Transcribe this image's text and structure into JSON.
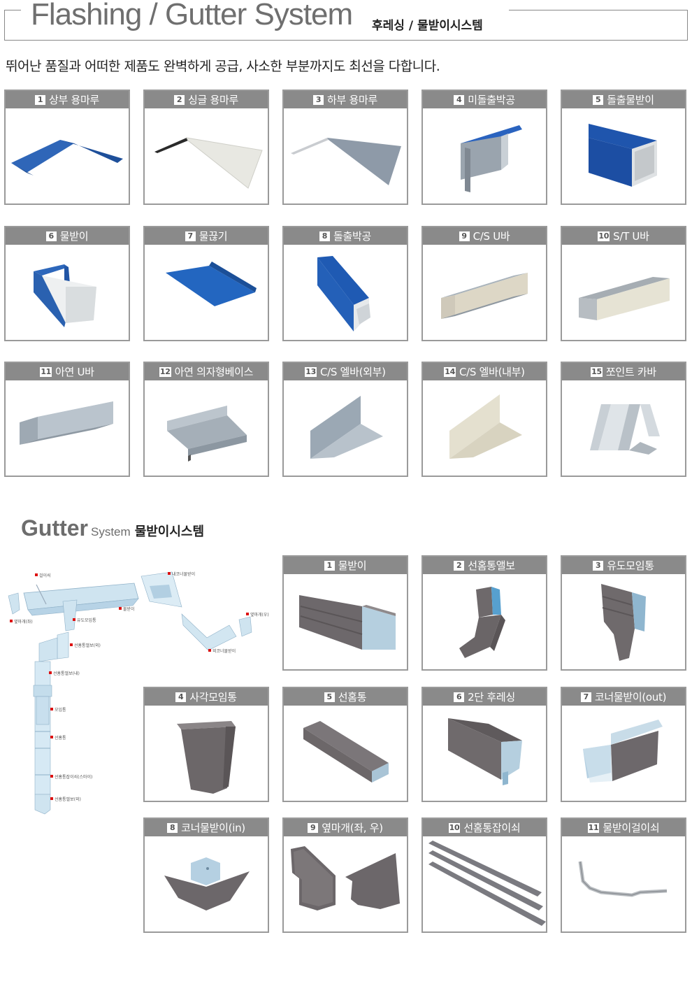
{
  "header": {
    "title": "Flashing / Gutter System",
    "subtitle": "후레싱 / 물받이시스템",
    "tagline": "뛰어난 품질과 어떠한 제품도 완벽하게 공급, 사소한 부분까지도 최선을 다합니다."
  },
  "flashing": [
    {
      "num": "1",
      "label": "상부 용마루"
    },
    {
      "num": "2",
      "label": "싱글 용마루"
    },
    {
      "num": "3",
      "label": "하부 용마루"
    },
    {
      "num": "4",
      "label": "미돌출박공"
    },
    {
      "num": "5",
      "label": "돌출물받이"
    },
    {
      "num": "6",
      "label": "물받이"
    },
    {
      "num": "7",
      "label": "물끊기"
    },
    {
      "num": "8",
      "label": "돌출박공"
    },
    {
      "num": "9",
      "label": "C/S U바"
    },
    {
      "num": "10",
      "label": "S/T U바"
    },
    {
      "num": "11",
      "label": "아연 U바"
    },
    {
      "num": "12",
      "label": "아연 의자형베이스"
    },
    {
      "num": "13",
      "label": "C/S 엘바(외부)"
    },
    {
      "num": "14",
      "label": "C/S 엘바(내부)"
    },
    {
      "num": "15",
      "label": "쪼인트 카바"
    }
  ],
  "gutter_section": {
    "title_big": "Gutter",
    "title_small": "System",
    "title_kor": "물받이시스템"
  },
  "gutter": [
    {
      "num": "1",
      "label": "물받이"
    },
    {
      "num": "2",
      "label": "선홈통앨보"
    },
    {
      "num": "3",
      "label": "유도모임통"
    },
    {
      "num": "4",
      "label": "사각모임통"
    },
    {
      "num": "5",
      "label": "선홈통"
    },
    {
      "num": "6",
      "label": "2단 후레싱"
    },
    {
      "num": "7",
      "label": "코너물받이(out)"
    },
    {
      "num": "8",
      "label": "코너물받이(in)"
    },
    {
      "num": "9",
      "label": "옆마개(좌, 우)"
    },
    {
      "num": "10",
      "label": "선홈통잡이쇠"
    },
    {
      "num": "11",
      "label": "물받이걸이쇠"
    }
  ],
  "diagram_labels": {
    "l1": "걸이쇠",
    "l2": "내코너물받이",
    "l3": "옆마개(좌)",
    "l4": "유도모임통",
    "l5": "물받이",
    "l6": "옆마개(우)",
    "l7": "선홈통앨보(외)",
    "l8": "외코너물받이",
    "l9": "선홈통앨보(내)",
    "l10": "모임통",
    "l11": "선홈통",
    "l12": "선홈통잡이쇠(스마이)",
    "l13": "선홈통앨보(외)"
  },
  "colors": {
    "blue": "#1f5fb5",
    "grey_card_header": "#8a8a8a",
    "gutter_grey": "#6e6a6c",
    "galv": "#b9c3cc"
  }
}
